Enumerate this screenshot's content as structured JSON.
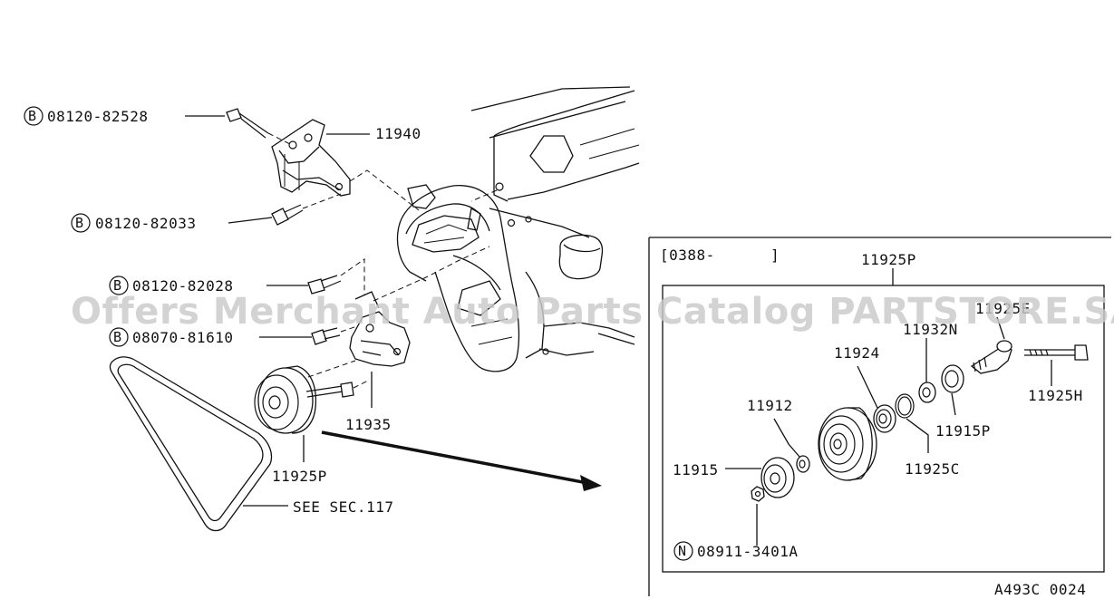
{
  "callouts": {
    "bolt_1": {
      "prefix": "B",
      "number": "08120-82528"
    },
    "bracket": "11940",
    "bolt_2": {
      "prefix": "B",
      "number": "08120-82033"
    },
    "bolt_3": {
      "prefix": "B",
      "number": "08120-82028"
    },
    "bolt_4": {
      "prefix": "B",
      "number": "08070-81610"
    },
    "idler_bracket": "11935",
    "pulley_assembly": "11925P",
    "belt_note": "SEE SEC.117"
  },
  "detail": {
    "date_code": "[0388-",
    "date_close": "]",
    "assembly": "11925P",
    "parts": {
      "p11925e": "11925E",
      "p11932n": "11932N",
      "p11924": "11924",
      "p11925h": "11925H",
      "p11912": "11912",
      "p11915p": "11915P",
      "p11915": "11915",
      "p11925c": "11925C",
      "nut": {
        "prefix": "N",
        "number": "08911-3401A"
      }
    }
  },
  "watermark": "Offers Merchant Auto Parts Catalog PARTSTORE.SA",
  "figure_code": "A493C 0024",
  "colors": {
    "ink": "#111111",
    "watermark": "#c9c9c9",
    "background": "#ffffff"
  }
}
